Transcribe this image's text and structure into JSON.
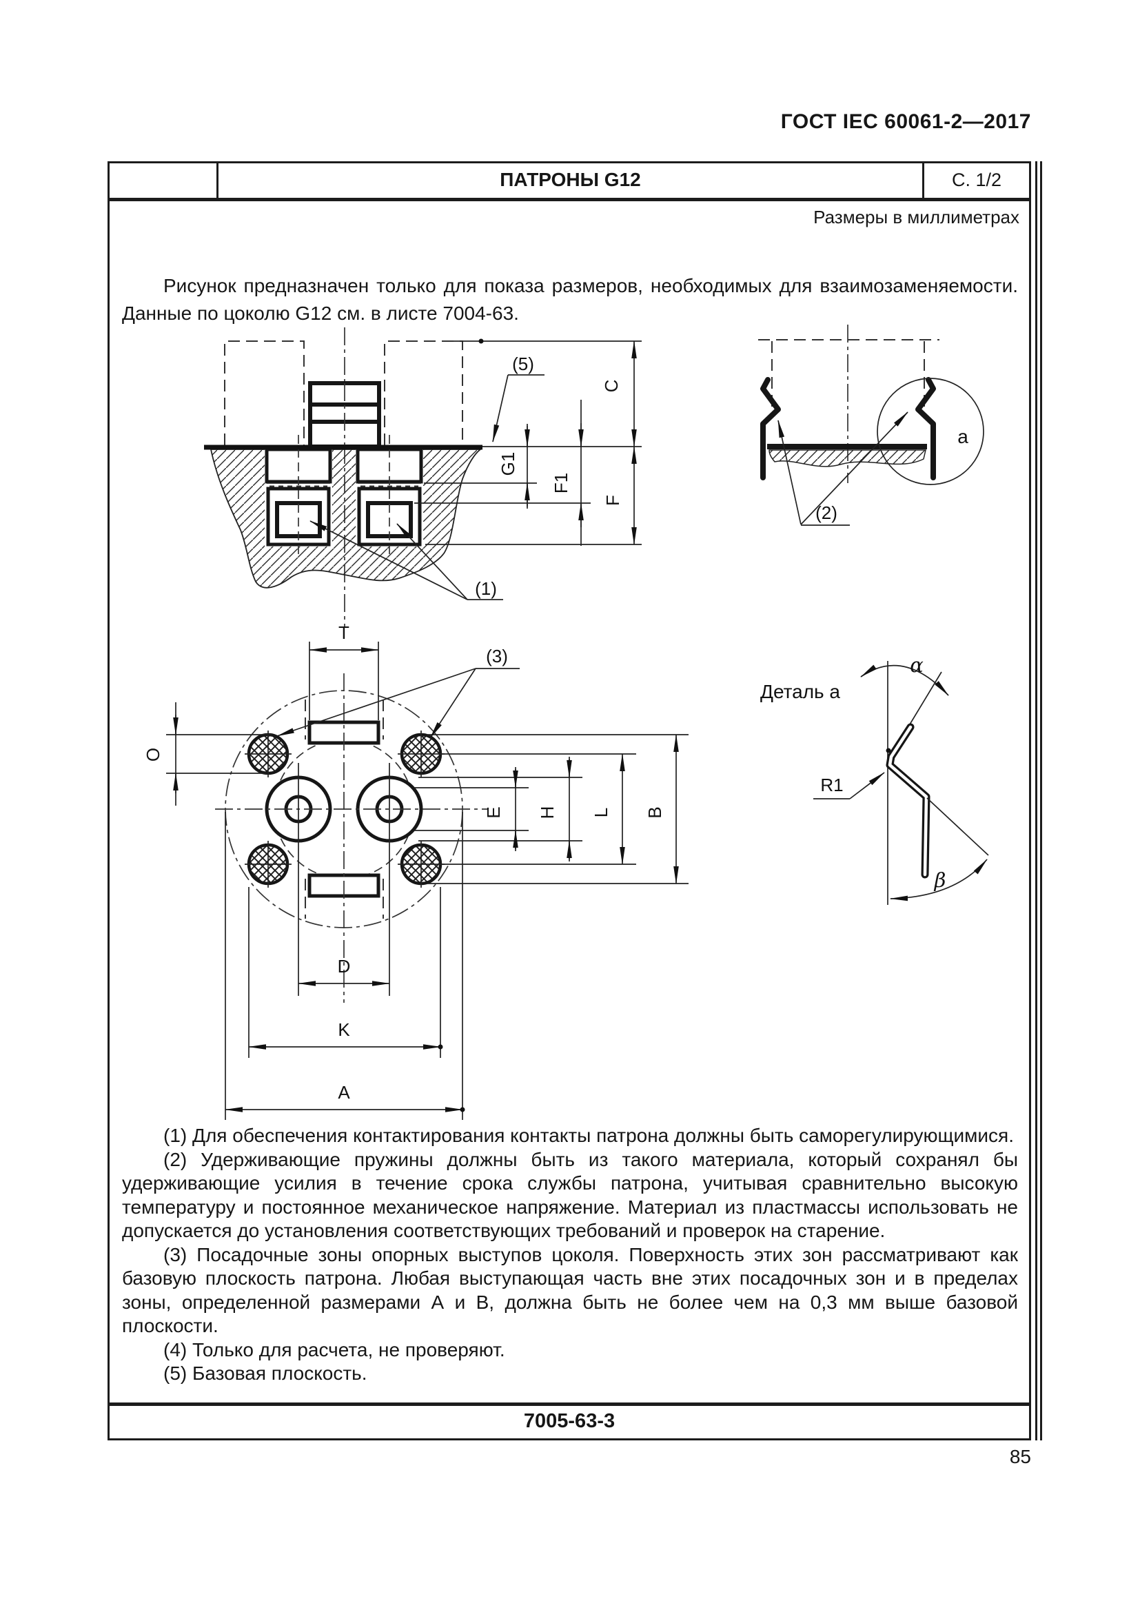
{
  "page": {
    "standard_ref": "ГОСТ IEC 60061-2—2017",
    "page_number": "85"
  },
  "sheet": {
    "title": "ПАТРОНЫ G12",
    "sheet_ref": "С. 1/2",
    "units_note": "Размеры в миллиметрах",
    "intro": "Рисунок предназначен только для показа размеров, необходимых для взаимозаменяемости. Данные по цоколю G12 см. в листе 7004-63.",
    "sheet_code": "7005-63-3"
  },
  "drawing": {
    "detail_title": "Деталь а",
    "detail_circle_label": "a",
    "callouts": {
      "n1": "(1)",
      "n2": "(2)",
      "n3": "(3)",
      "n5": "(5)"
    },
    "dims": {
      "C": "C",
      "G1": "G1",
      "F1": "F1",
      "F": "F",
      "T": "T",
      "O": "O",
      "E": "E",
      "H": "H",
      "L": "L",
      "B": "B",
      "D": "D",
      "K": "K",
      "A": "A",
      "R1": "R1",
      "alpha": "α",
      "beta": "β"
    }
  },
  "notes": [
    "(1) Для обеспечения контактирования контакты патрона должны быть саморегулирующимися.",
    "(2) Удерживающие пружины должны быть из такого материала, который сохранял бы удерживающие усилия в течение срока службы патрона, учитывая сравнительно высокую температуру и постоянное механическое напряжение. Материал из пластмассы использовать не допускается до установления соответствующих требований и проверок на старение.",
    "(3) Посадочные зоны опорных выступов цоколя. Поверхность этих зон рассматривают как базовую плоскость патрона. Любая выступающая часть вне этих посадочных зон и в пределах зоны, определенной размерами А и В, должна быть не более чем на 0,3 мм выше базовой плоскости.",
    "(4) Только для расчета, не проверяют.",
    "(5) Базовая плоскость."
  ]
}
